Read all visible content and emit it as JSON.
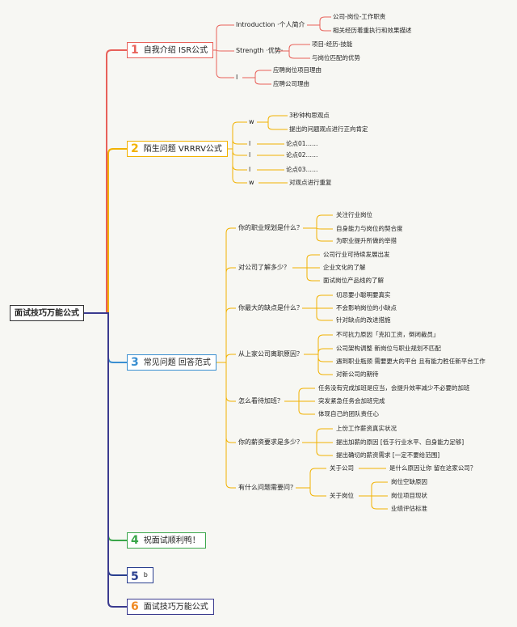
{
  "root": "面试技巧万能公式",
  "colors": {
    "b1": "#e8615a",
    "b2": "#f2b200",
    "b3": "#3a8fd1",
    "b4": "#3aa64a",
    "b5": "#2a3f8f",
    "b6": "#f08a24",
    "trunk": "#3b3b8f"
  },
  "branches": [
    {
      "num": "1",
      "label": "自我介绍 ISR公式"
    },
    {
      "num": "2",
      "label": "陌生问题 VRRRV公式"
    },
    {
      "num": "3",
      "label": "常见问题 回答范式"
    },
    {
      "num": "4",
      "label": "祝面试顺利鸭！"
    },
    {
      "num": "5",
      "label": "b"
    },
    {
      "num": "6",
      "label": "面试技巧万能公式"
    }
  ],
  "b1": {
    "intro": "Introduction ·个人简介",
    "intro_items": [
      "公司-岗位-工作职责",
      "相关经历着重执行和效果描述"
    ],
    "strength": "Strength ·优势·",
    "strength_items": [
      "项目-经历-技能",
      "与岗位匹配的优势"
    ],
    "r": "I",
    "r_items": [
      "应聘岗位项目理由",
      "应聘公司理由"
    ]
  },
  "b2": {
    "v1": "w",
    "v1_items": [
      "3秒钟构思观点",
      "提出的问题观点进行正向肯定"
    ],
    "r1": "l",
    "r1_item": "论点01……",
    "r2": "l",
    "r2_item": "论点02……",
    "r3": "l",
    "r3_item": "论点03……",
    "v2": "w",
    "v2_item": "对观点进行重复"
  },
  "b3": {
    "q1": "你的职业规划是什么？",
    "q1_items": [
      "关注行业岗位",
      "自身能力与岗位的契合度",
      "为职业提升所做的举措"
    ],
    "q2": "对公司了解多少？",
    "q2_items": [
      "公司行业可持续发展出发",
      "企业文化的了解",
      "面试岗位产品线的了解"
    ],
    "q3": "你最大的缺点是什么？",
    "q3_items": [
      "切忌要小聪明要真实",
      "不会影响岗位的小缺点",
      "针对缺点的改进措施"
    ],
    "q4": "从上家公司离职原因？",
    "q4_items": [
      "不可抗力原因「克扣工资，倒闭裁员」",
      "公司架构调整 新岗位与职业规划不匹配",
      "遇到职业瓶颈 需要更大的平台 且有能力胜任新平台工作",
      "对新公司的期待"
    ],
    "q5": "怎么看待加班？",
    "q5_items": [
      "任务没有完成加班是应当，会提升效率减少不必要的加班",
      "突发紧急任务会加班完成",
      "体现自己的团队责任心"
    ],
    "q6": "你的薪资要求是多少？",
    "q6_items": [
      "上份工作薪资真实状况",
      "提出加薪的原因 [低于行业水平、自身能力足够]",
      "提出确切的薪资需求 [一定不要给范围]"
    ],
    "q7": "有什么问题需要问？",
    "q7_a": "关于公司",
    "q7_a_item": "是什么原因让你 留在这家公司？",
    "q7_b": "关于岗位",
    "q7_b_items": [
      "岗位空缺原因",
      "岗位项目现状",
      "业绩评估标准"
    ]
  }
}
